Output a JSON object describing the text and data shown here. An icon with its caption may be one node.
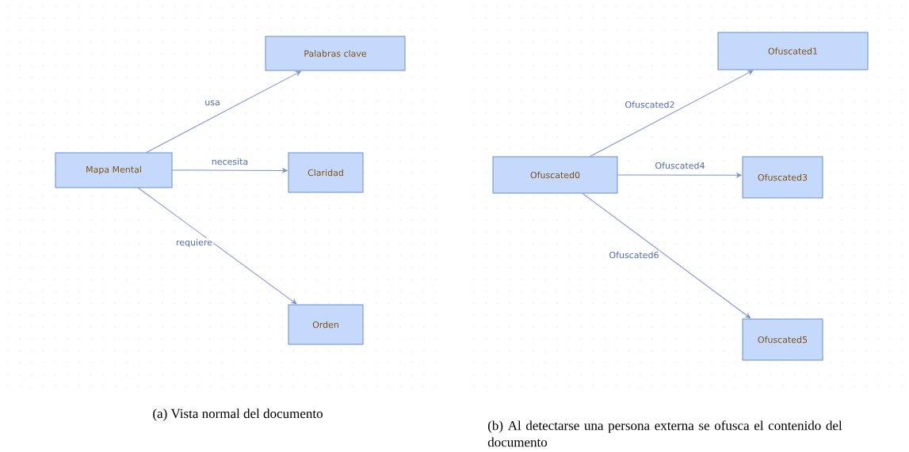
{
  "diagram": {
    "nodes": [
      {
        "text": [
          "Mapa Mental"
        ]
      },
      {
        "text": [
          "Palabras clave"
        ]
      },
      {
        "text": [
          "Claridad"
        ]
      },
      {
        "text": [
          "Orden"
        ]
      },
      {
        "text": [
          "Ofuscated0"
        ]
      },
      {
        "text": [
          "Ofuscated1"
        ]
      },
      {
        "text": [
          "Ofuscated3"
        ]
      },
      {
        "text": [
          "Ofuscated5"
        ]
      }
    ],
    "edges": [
      {
        "from": 0,
        "to": 1,
        "arrow": "to",
        "label": "usa"
      },
      {
        "from": 0,
        "to": 2,
        "arrow": "to",
        "label": "necesita"
      },
      {
        "from": 0,
        "to": 3,
        "arrow": "to",
        "label": "requiere"
      },
      {
        "from": 4,
        "to": 5,
        "arrow": "to",
        "label": "Ofuscated2"
      },
      {
        "from": 4,
        "to": 6,
        "arrow": "to",
        "label": "Ofuscated4"
      },
      {
        "from": 4,
        "to": 7,
        "arrow": "to",
        "label": "Ofuscated6"
      }
    ],
    "labels": [
      "(a) Vista normal del documento",
      "(b) Al detectarse una persona externa se ofusca el contenido del documento"
    ]
  }
}
